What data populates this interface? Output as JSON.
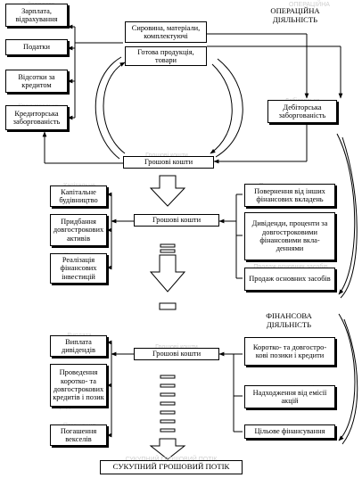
{
  "sections": {
    "operating_title": [
      "ОПЕРАЦІЙНА",
      "ДІЯЛЬНІСТЬ"
    ],
    "financial_title": [
      "ФІНАНСОВА",
      "ДІЯЛЬНІСТЬ"
    ]
  },
  "operating": {
    "left": [
      "Зарплата, відрахування",
      "Податки",
      "Відсотки за кредитом",
      "Кредиторська заборгованість"
    ],
    "top_right": [
      "Сировина, матеріали, комплектуючі",
      "Готова продукція, товари"
    ],
    "receivables": "Дебіторська заборгованість",
    "cash": "Грошові кошти"
  },
  "investing": {
    "left": [
      "Капітальне будівництво",
      "Придбання довгострокових активів",
      "Реалізація фінансових інвестицій"
    ],
    "cash": "Грошові кошти",
    "right": [
      "Повернення від інших фінансових вкладень",
      "Дивіденди, проценти за довгостроковими фінансовими вкла-деннями",
      "Продаж основних засобів"
    ]
  },
  "financing": {
    "left": [
      "Виплата дивідендів",
      "Проведення коротко- та довгострокових кредитів і позик",
      "Погашення векселів"
    ],
    "cash": "Грошові кошти",
    "right": [
      "Коротко- та довгостро-кові позики і кредити",
      "Надходження від емісії акцій",
      "Цільове фінансування"
    ]
  },
  "total": "СУКУПНИЙ ГРОШОВИЙ ПОТІК"
}
